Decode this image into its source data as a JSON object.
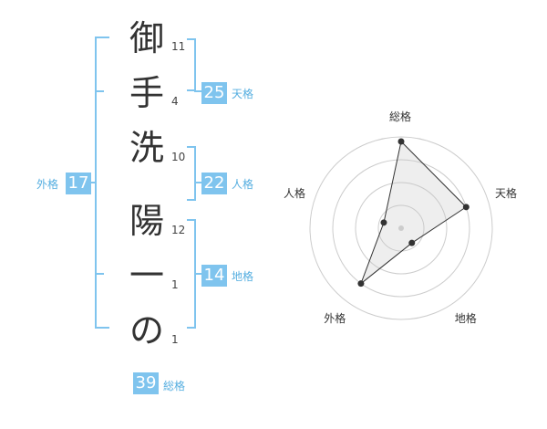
{
  "name_chars": [
    "御",
    "手",
    "洗",
    "陽",
    "一",
    "の"
  ],
  "strokes": [
    "11",
    "4",
    "10",
    "12",
    "1",
    "1"
  ],
  "tenkaku": {
    "value": "25",
    "label": "天格"
  },
  "jinkaku": {
    "value": "22",
    "label": "人格"
  },
  "chikaku": {
    "value": "14",
    "label": "地格"
  },
  "gaikaku": {
    "value": "17",
    "label": "外格"
  },
  "soukaku": {
    "value": "39",
    "label": "総格"
  },
  "colors": {
    "accent": "#7fc4ee",
    "accent_text": "#55aee0",
    "text": "#333333"
  },
  "chart_data": {
    "type": "radar",
    "axes": [
      "総格",
      "天格",
      "地格",
      "外格",
      "人格"
    ],
    "ring_count": 4,
    "values_relative": [
      0.95,
      0.75,
      0.2,
      0.75,
      0.2
    ]
  }
}
